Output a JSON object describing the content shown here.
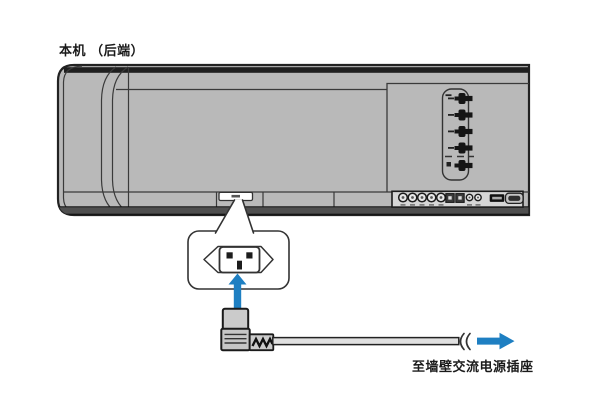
{
  "diagram": {
    "title": "本机 （后端）",
    "caption": "至墙壁交流电源插座"
  },
  "colors": {
    "accent_blue": "#1e7fc2",
    "body_gray": "#b9b9b9",
    "panel_light": "#d6d6d6",
    "band_dark": "#4f4f4f",
    "outline_dark": "#222222",
    "inlet_white": "#ffffff"
  },
  "device": {
    "ac_inlet": {
      "icon": "ac-inlet-slot-icon"
    },
    "rear_terminals": [
      {
        "icon": "terminal-plug-icon",
        "label_mark": "double-dash"
      },
      {
        "icon": "terminal-plug-icon",
        "label_mark": "dash"
      },
      {
        "icon": "terminal-plug-icon",
        "label_mark": "dash"
      },
      {
        "icon": "terminal-plug-icon",
        "label_mark": "dash"
      },
      {
        "icon": "terminal-plug-icon",
        "label_mark": "block",
        "separator_before": true
      }
    ],
    "jack_row": [
      {
        "type": "rca",
        "icon": "rca-jack-icon"
      },
      {
        "type": "rca",
        "icon": "rca-jack-icon"
      },
      {
        "type": "rca",
        "icon": "rca-jack-icon"
      },
      {
        "type": "rca",
        "icon": "rca-jack-icon"
      },
      {
        "type": "rca",
        "icon": "rca-jack-icon"
      },
      {
        "type": "square",
        "icon": "optical-jack-icon"
      },
      {
        "type": "square",
        "icon": "optical-jack-icon"
      },
      {
        "type": "mini",
        "icon": "mini-jack-icon"
      },
      {
        "type": "mini",
        "icon": "mini-jack-icon"
      },
      {
        "type": "usb",
        "icon": "usb-port-icon"
      },
      {
        "type": "dsub",
        "icon": "dsub-port-icon"
      }
    ]
  },
  "callout": {
    "socket_icon": "ac-socket-c14-icon"
  },
  "power_cord": {
    "plug_icon": "power-plug-icon",
    "cable_icon": "power-cable-icon",
    "break_icon": "cable-break-icon"
  },
  "arrows": {
    "up": "arrow-up-icon",
    "right": "arrow-right-icon"
  }
}
